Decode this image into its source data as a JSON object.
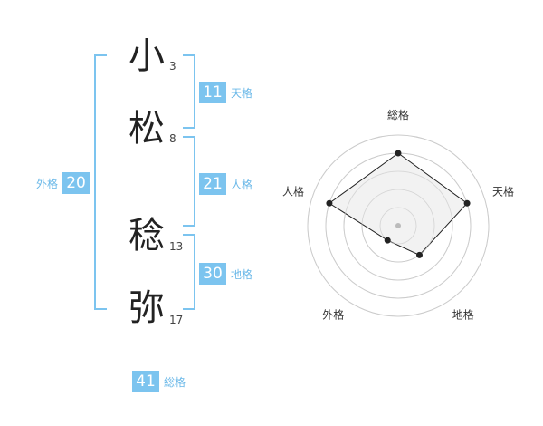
{
  "name_chars": [
    {
      "char": "小",
      "strokes": "3"
    },
    {
      "char": "松",
      "strokes": "8"
    },
    {
      "char": "稔",
      "strokes": "13"
    },
    {
      "char": "弥",
      "strokes": "17"
    }
  ],
  "kaku": {
    "tenkaku": {
      "value": "11",
      "label": "天格"
    },
    "jinkaku": {
      "value": "21",
      "label": "人格"
    },
    "chikaku": {
      "value": "30",
      "label": "地格"
    },
    "gaikaku": {
      "value": "20",
      "label": "外格"
    },
    "soukaku": {
      "value": "41",
      "label": "総格"
    }
  },
  "chart_data": {
    "type": "radar",
    "axes": [
      "総格",
      "天格",
      "地格",
      "外格",
      "人格"
    ],
    "values": [
      4,
      4,
      2,
      1,
      4
    ],
    "max": 5,
    "rings": 5,
    "colors": {
      "fill": "#f0f0f0",
      "stroke": "#222222",
      "grid": "#cccccc",
      "center": "#bbbbbb"
    }
  }
}
